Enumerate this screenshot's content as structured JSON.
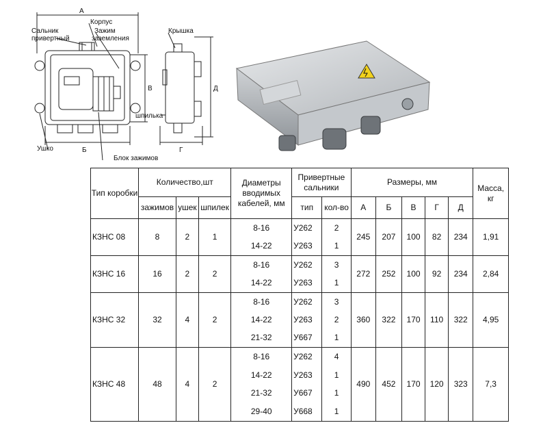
{
  "drawing": {
    "labels": {
      "a": "А",
      "korpus": "Корпус",
      "salnik": "Сальник",
      "privertnyi": "привертный",
      "zazhim": "Зажим",
      "zazemleniya": "заземления",
      "kryshka": "Крышка",
      "v": "В",
      "d": "Д",
      "shpilka": "шпилька",
      "ushko": "Ушко",
      "b": "Б",
      "g": "Г",
      "blok": "Блок зажимов"
    }
  },
  "table": {
    "headers": {
      "type": "Тип коробки",
      "quantity": "Количество,шт",
      "q_clamps": "зажимов",
      "q_ears": "ушек",
      "q_studs": "шпилек",
      "diameters": "Диаметры вводимых кабелей, мм",
      "glands": "Привертные сальники",
      "g_type": "тип",
      "g_count": "кол-во",
      "sizes": "Размеры, мм",
      "s_a": "А",
      "s_b": "Б",
      "s_v": "В",
      "s_g": "Г",
      "s_d": "Д",
      "mass": "Масса, кг"
    },
    "rows": [
      {
        "type": "КЗНС 08",
        "clamps": "8",
        "ears": "2",
        "studs": "1",
        "diameters": [
          "8-16",
          "14-22"
        ],
        "gland_types": [
          "У262",
          "У263"
        ],
        "gland_counts": [
          "2",
          "1"
        ],
        "a": "245",
        "b": "207",
        "v": "100",
        "g": "82",
        "d": "234",
        "mass": "1,91"
      },
      {
        "type": "КЗНС 16",
        "clamps": "16",
        "ears": "2",
        "studs": "2",
        "diameters": [
          "8-16",
          "14-22"
        ],
        "gland_types": [
          "У262",
          "У263"
        ],
        "gland_counts": [
          "3",
          "1"
        ],
        "a": "272",
        "b": "252",
        "v": "100",
        "g": "92",
        "d": "234",
        "mass": "2,84"
      },
      {
        "type": "КЗНС 32",
        "clamps": "32",
        "ears": "4",
        "studs": "2",
        "diameters": [
          "8-16",
          "14-22",
          "21-32"
        ],
        "gland_types": [
          "У262",
          "У263",
          "У667"
        ],
        "gland_counts": [
          "3",
          "2",
          "1"
        ],
        "a": "360",
        "b": "322",
        "v": "170",
        "g": "110",
        "d": "322",
        "mass": "4,95"
      },
      {
        "type": "КЗНС 48",
        "clamps": "48",
        "ears": "4",
        "studs": "2",
        "diameters": [
          "8-16",
          "14-22",
          "21-32",
          "29-40"
        ],
        "gland_types": [
          "У262",
          "У263",
          "У667",
          "У668"
        ],
        "gland_counts": [
          "4",
          "1",
          "1",
          "1"
        ],
        "a": "490",
        "b": "452",
        "v": "170",
        "g": "120",
        "d": "323",
        "mass": "7,3"
      }
    ]
  }
}
